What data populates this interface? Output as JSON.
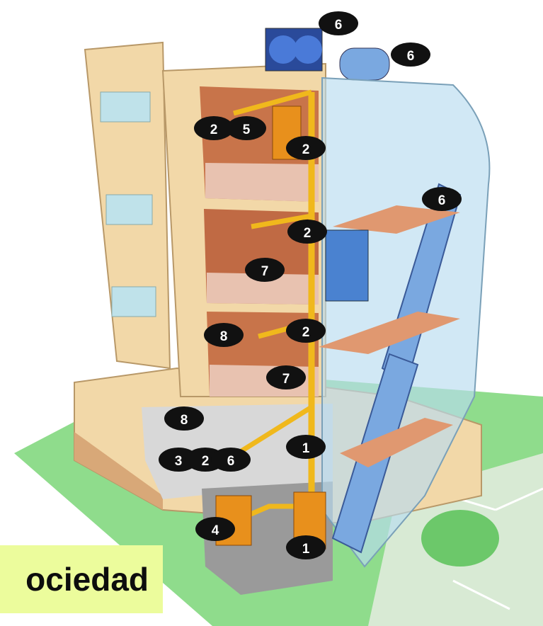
{
  "caption": "ociedad",
  "markers": [
    "6",
    "6",
    "2",
    "5",
    "2",
    "6",
    "2",
    "7",
    "8",
    "2",
    "7",
    "8",
    "1",
    "3",
    "2",
    "6",
    "4",
    "1"
  ],
  "colors": {
    "ground_green": "#8fdc8c",
    "wall_beige": "#f2d8a8",
    "interior_orange": "#c8744a",
    "pipe_yellow": "#f0b81c",
    "glass_blue": "#b8dcf0",
    "escalator_blue": "#7aa8e0",
    "caption_bg": "#ecfc9c"
  }
}
